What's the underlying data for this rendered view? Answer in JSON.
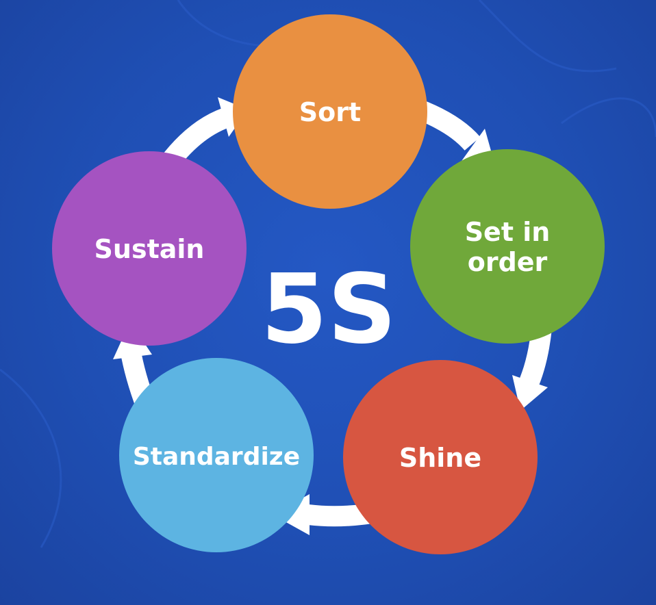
{
  "title": "5S",
  "steps": [
    {
      "label_lines": [
        "Sort"
      ],
      "color": "#e99041"
    },
    {
      "label_lines": [
        "Set in",
        "order"
      ],
      "color": "#70a83a"
    },
    {
      "label_lines": [
        "Shine"
      ],
      "color": "#d75641"
    },
    {
      "label_lines": [
        "Standardize"
      ],
      "color": "#5db4e2"
    },
    {
      "label_lines": [
        "Sustain"
      ],
      "color": "#a553c1"
    }
  ],
  "arrow_color": "#ffffff"
}
